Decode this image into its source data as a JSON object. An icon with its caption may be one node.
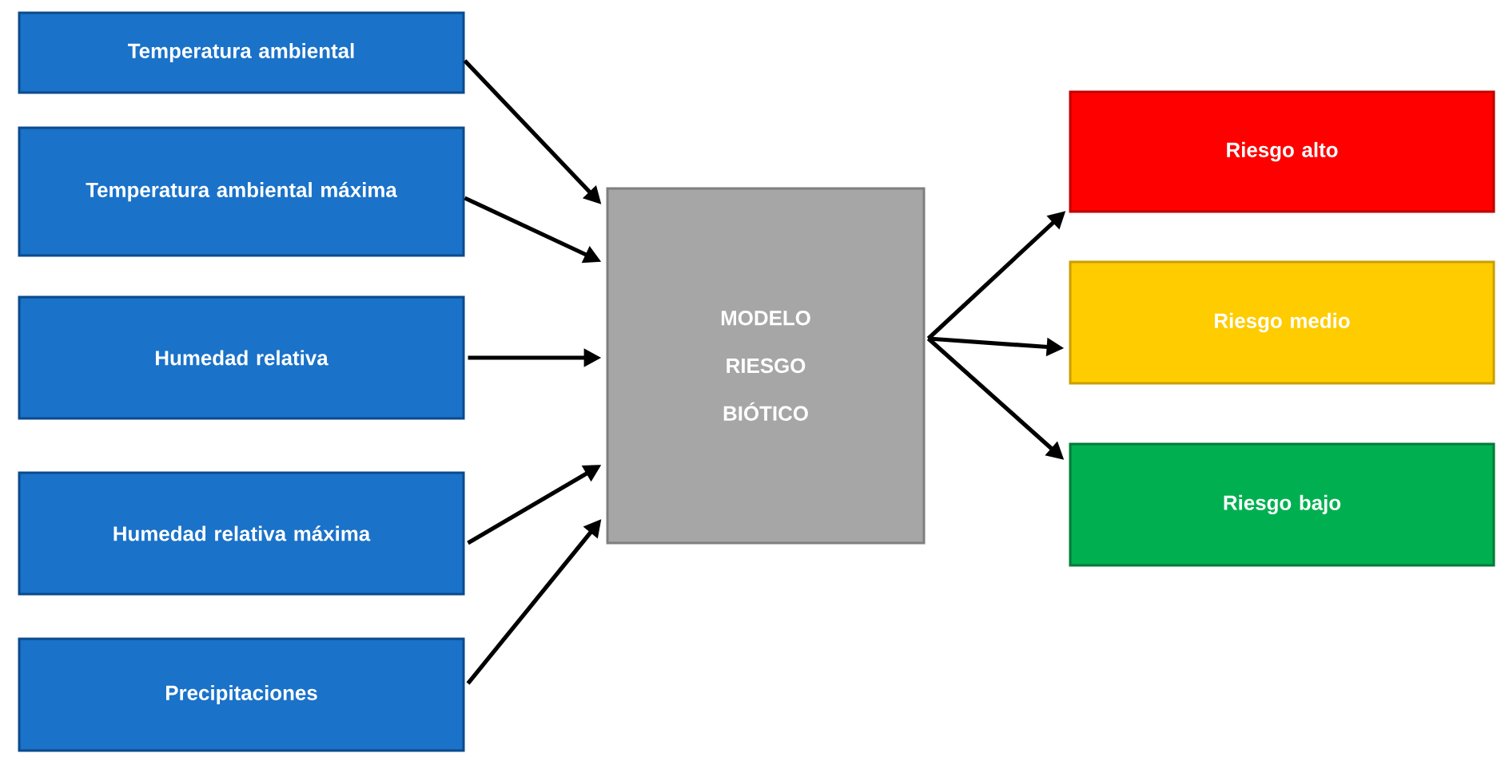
{
  "diagram": {
    "nodes": [
      {
        "text": [
          "Temperatura ambiental"
        ]
      },
      {
        "text": [
          "Temperatura ambiental máxima"
        ]
      },
      {
        "text": [
          "Humedad relativa"
        ]
      },
      {
        "text": [
          "Humedad relativa máxima"
        ]
      },
      {
        "text": [
          "Precipitaciones"
        ]
      },
      {
        "text": [
          "MODELO RIESGO BIÓTICO"
        ]
      },
      {
        "text": [
          "Riesgo alto"
        ]
      },
      {
        "text": [
          "Riesgo medio"
        ]
      },
      {
        "text": [
          "Riesgo bajo"
        ]
      }
    ],
    "edges": [
      {
        "from": 0,
        "to": 5,
        "arrow": "to"
      },
      {
        "from": 1,
        "to": 5,
        "arrow": "to"
      },
      {
        "from": 2,
        "to": 5,
        "arrow": "to"
      },
      {
        "from": 3,
        "to": 5,
        "arrow": "to"
      },
      {
        "from": 4,
        "to": 5,
        "arrow": "to"
      },
      {
        "from": 5,
        "to": 6,
        "arrow": "to"
      },
      {
        "from": 5,
        "to": 7,
        "arrow": "to"
      },
      {
        "from": 5,
        "to": 8,
        "arrow": "to"
      }
    ]
  }
}
